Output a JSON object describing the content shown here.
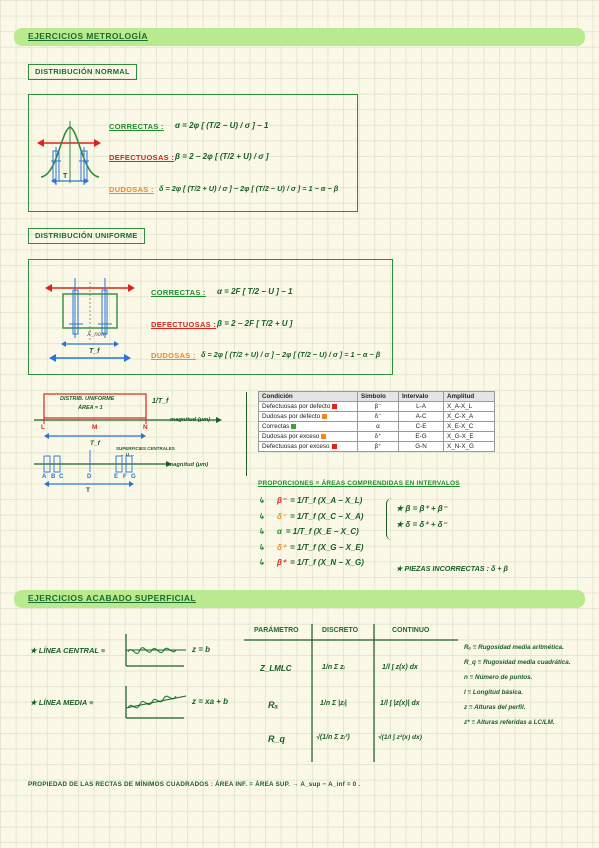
{
  "sec1": {
    "title": "EJERCICIOS METROLOGÍA"
  },
  "normal": {
    "title": "DISTRIBUCIÓN NORMAL",
    "correctas": "CORRECTAS :",
    "correctas_f": "α = 2φ [ (T/2 − U) / σ ] − 1",
    "defectuosas": "DEFECTUOSAS :",
    "defectuosas_f": "β = 2 − 2φ [ (T/2 + U) / σ ]",
    "dudosas": "DUDOSAS :",
    "dudosas_f": "δ = 2φ [ (T/2 + U) / σ ] − 2φ [ (T/2 − U) / σ ] = 1 − α − β",
    "t_label": "T"
  },
  "uniforme": {
    "title": "DISTRIBUCIÓN UNIFORME",
    "correctas": "CORRECTAS :",
    "correctas_f": "α = 2F [ T/2 − U ] − 1",
    "defectuosas": "DEFECTUOSAS :",
    "defectuosas_f": "β = 2 − 2F [ T/2 + U ]",
    "dudosas": "DUDOSAS :",
    "dudosas_f": "δ = 2φ [ (T/2 + U) / σ ] − 2φ [ (T/2 − U) / σ ] = 1 − α − β",
    "xnom": "X_nom",
    "tf": "T_f"
  },
  "diagram": {
    "distrib_label": "DISTRIB. UNIFORME",
    "area_label": "ÁREA = 1",
    "height_label": "1/T_f",
    "magnitud1": "magnitud (μm)",
    "magnitud2": "magnitud (μm)",
    "points_top": [
      "L",
      "M",
      "N"
    ],
    "tf": "T_f",
    "sup_label": "SUPERFICIES CENTRALES",
    "sup_sub": "↔ U ↔",
    "points_bottom": [
      "A",
      "B",
      "C",
      "D",
      "E",
      "F",
      "G"
    ],
    "t": "T"
  },
  "table": {
    "headers": [
      "Condición",
      "Símbolo",
      "Intervalo",
      "Amplitud"
    ],
    "rows": [
      {
        "cond": "Defectuosas por defecto",
        "sym": "β⁻",
        "int": "L-A",
        "amp": "X_A-X_L",
        "hl": "r",
        "color": "#e0241c"
      },
      {
        "cond": "Dudosas por defecto",
        "sym": "δ⁻",
        "int": "A-C",
        "amp": "X_C-X_A",
        "hl": "o",
        "color": "#f08a1d"
      },
      {
        "cond": "Correctas",
        "sym": "α",
        "int": "C-E",
        "amp": "X_E-X_C",
        "hl": "g",
        "color": "#3fa234"
      },
      {
        "cond": "Dudosas por exceso",
        "sym": "δ⁺",
        "int": "E-G",
        "amp": "X_G-X_E",
        "hl": "o",
        "color": "#f08a1d"
      },
      {
        "cond": "Defectuosas por exceso",
        "sym": "β⁺",
        "int": "G-N",
        "amp": "X_N-X_G",
        "hl": "r",
        "color": "#e0241c"
      }
    ]
  },
  "proporciones": {
    "title": "PROPORCIONES ≡ ÁREAS COMPRENDIDAS EN INTERVALOS",
    "items": [
      {
        "sym": "β⁻",
        "cls": "red",
        "f": "= 1/T_f (X_A − X_L)"
      },
      {
        "sym": "δ⁻",
        "cls": "orange",
        "f": "= 1/T_f (X_C − X_A)"
      },
      {
        "sym": "α",
        "cls": "green",
        "f": "= 1/T_f (X_E − X_C)"
      },
      {
        "sym": "δ⁺",
        "cls": "orange",
        "f": "= 1/T_f (X_G − X_E)"
      },
      {
        "sym": "β⁺",
        "cls": "red",
        "f": "= 1/T_f (X_N − X_G)"
      }
    ],
    "beta_sum": "★ β = β⁺ + β⁻",
    "delta_sum": "★ δ = δ⁺ + δ⁻",
    "incorrectas": "★ PIEZAS INCORRECTAS : δ + β"
  },
  "sec2": {
    "title": "EJERCICIOS ACABADO SUPERFICIAL"
  },
  "acabado": {
    "linea_central": "★ LÍNEA CENTRAL ≡",
    "lc_eq": "z = b",
    "linea_media": "★ LÍNEA MEDIA ≡",
    "lm_eq": "z = xa + b",
    "headers": [
      "PARÁMETRO",
      "DISCRETO",
      "CONTINUO"
    ],
    "rows": [
      {
        "p": "Z_LMLC",
        "d": "1/n Σ zᵢ",
        "c": "1/l ∫ z(x) dx"
      },
      {
        "p": "Rₐ",
        "d": "1/n Σ |zᵢ|",
        "c": "1/l ∫ |z(x)| dx"
      },
      {
        "p": "R_q",
        "d": "√(1/n Σ zᵢ²)",
        "c": "√(1/l ∫ z²(x) dx)"
      }
    ],
    "notes": [
      "Rₐ ≡ Rugosidad media aritmética.",
      "R_q ≡ Rugosidad media cuadrática.",
      "n ≡ Número de puntos.",
      "l ≡ Longitud básica.",
      "z ≡ Alturas del perfil.",
      "z* ≡ Alturas referidas a LC/LM."
    ],
    "propiedad": "PROPIEDAD DE LAS RECTAS DE MÍNIMOS CUADRADOS : ÁREA INF. = ÁREA SUP. → A_sup − A_inf = 0 ."
  }
}
